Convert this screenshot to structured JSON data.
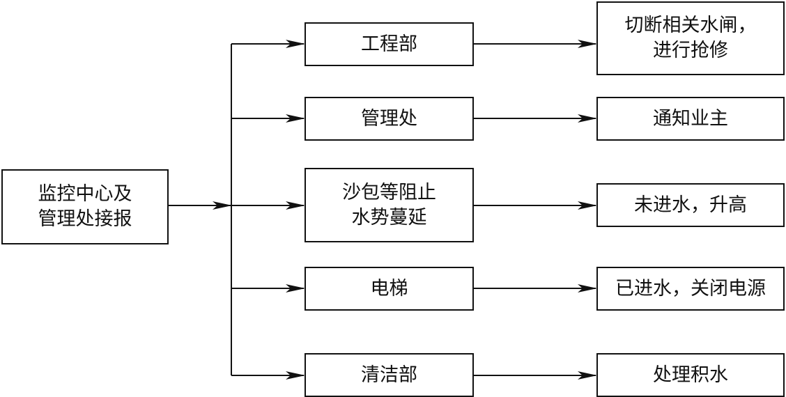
{
  "source": {
    "label": "监控中心及\n管理处接报"
  },
  "departments": [
    {
      "label": "工程部"
    },
    {
      "label": "管理处"
    },
    {
      "label": "沙包等阻止\n水势蔓延"
    },
    {
      "label": "电梯"
    },
    {
      "label": "清洁部"
    }
  ],
  "actions": [
    {
      "label": "切断相关水闸，\n进行抢修"
    },
    {
      "label": "通知业主"
    },
    {
      "label": "未进水，升高"
    },
    {
      "label": "已进水，关闭电源"
    },
    {
      "label": "处理积水"
    }
  ],
  "colors": {
    "line": "#111111",
    "background": "#ffffff"
  }
}
